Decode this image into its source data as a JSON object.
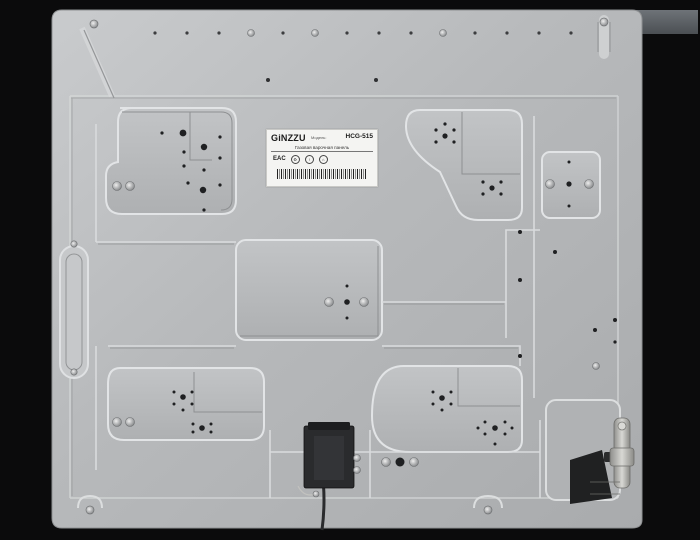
{
  "scene": {
    "subject": "underside-of-gas-hob",
    "background_color": "#0b0b0c",
    "metal_color": "#b9bbbd"
  },
  "sticker": {
    "brand": "GiNZZU",
    "model_caption": "Модель:",
    "model": "HCG-515",
    "product": "Газовая варочная панель",
    "cert_mark": "EAC"
  }
}
